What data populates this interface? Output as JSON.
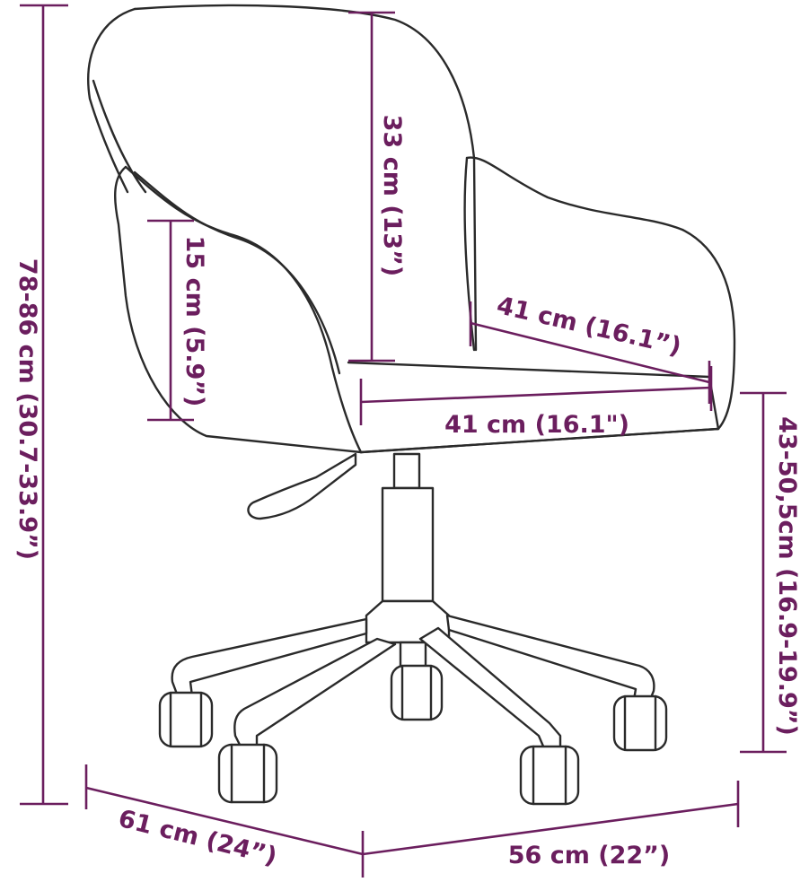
{
  "colors": {
    "dimension": "#6b1e5e",
    "outline": "#2a2a2a",
    "background": "#ffffff"
  },
  "dimensions": {
    "total_height": "78-86 cm (30.7-33.9”)",
    "backrest_height": "33 cm (13”)",
    "armrest_height": "15 cm (5.9”)",
    "seat_depth": "41 cm (16.1”)",
    "seat_width": "41 cm (16.1\")",
    "seat_height": "43-50,5cm (16.9-19.9”)",
    "base_depth": "61 cm (24”)",
    "base_width": "56 cm (22”)"
  }
}
